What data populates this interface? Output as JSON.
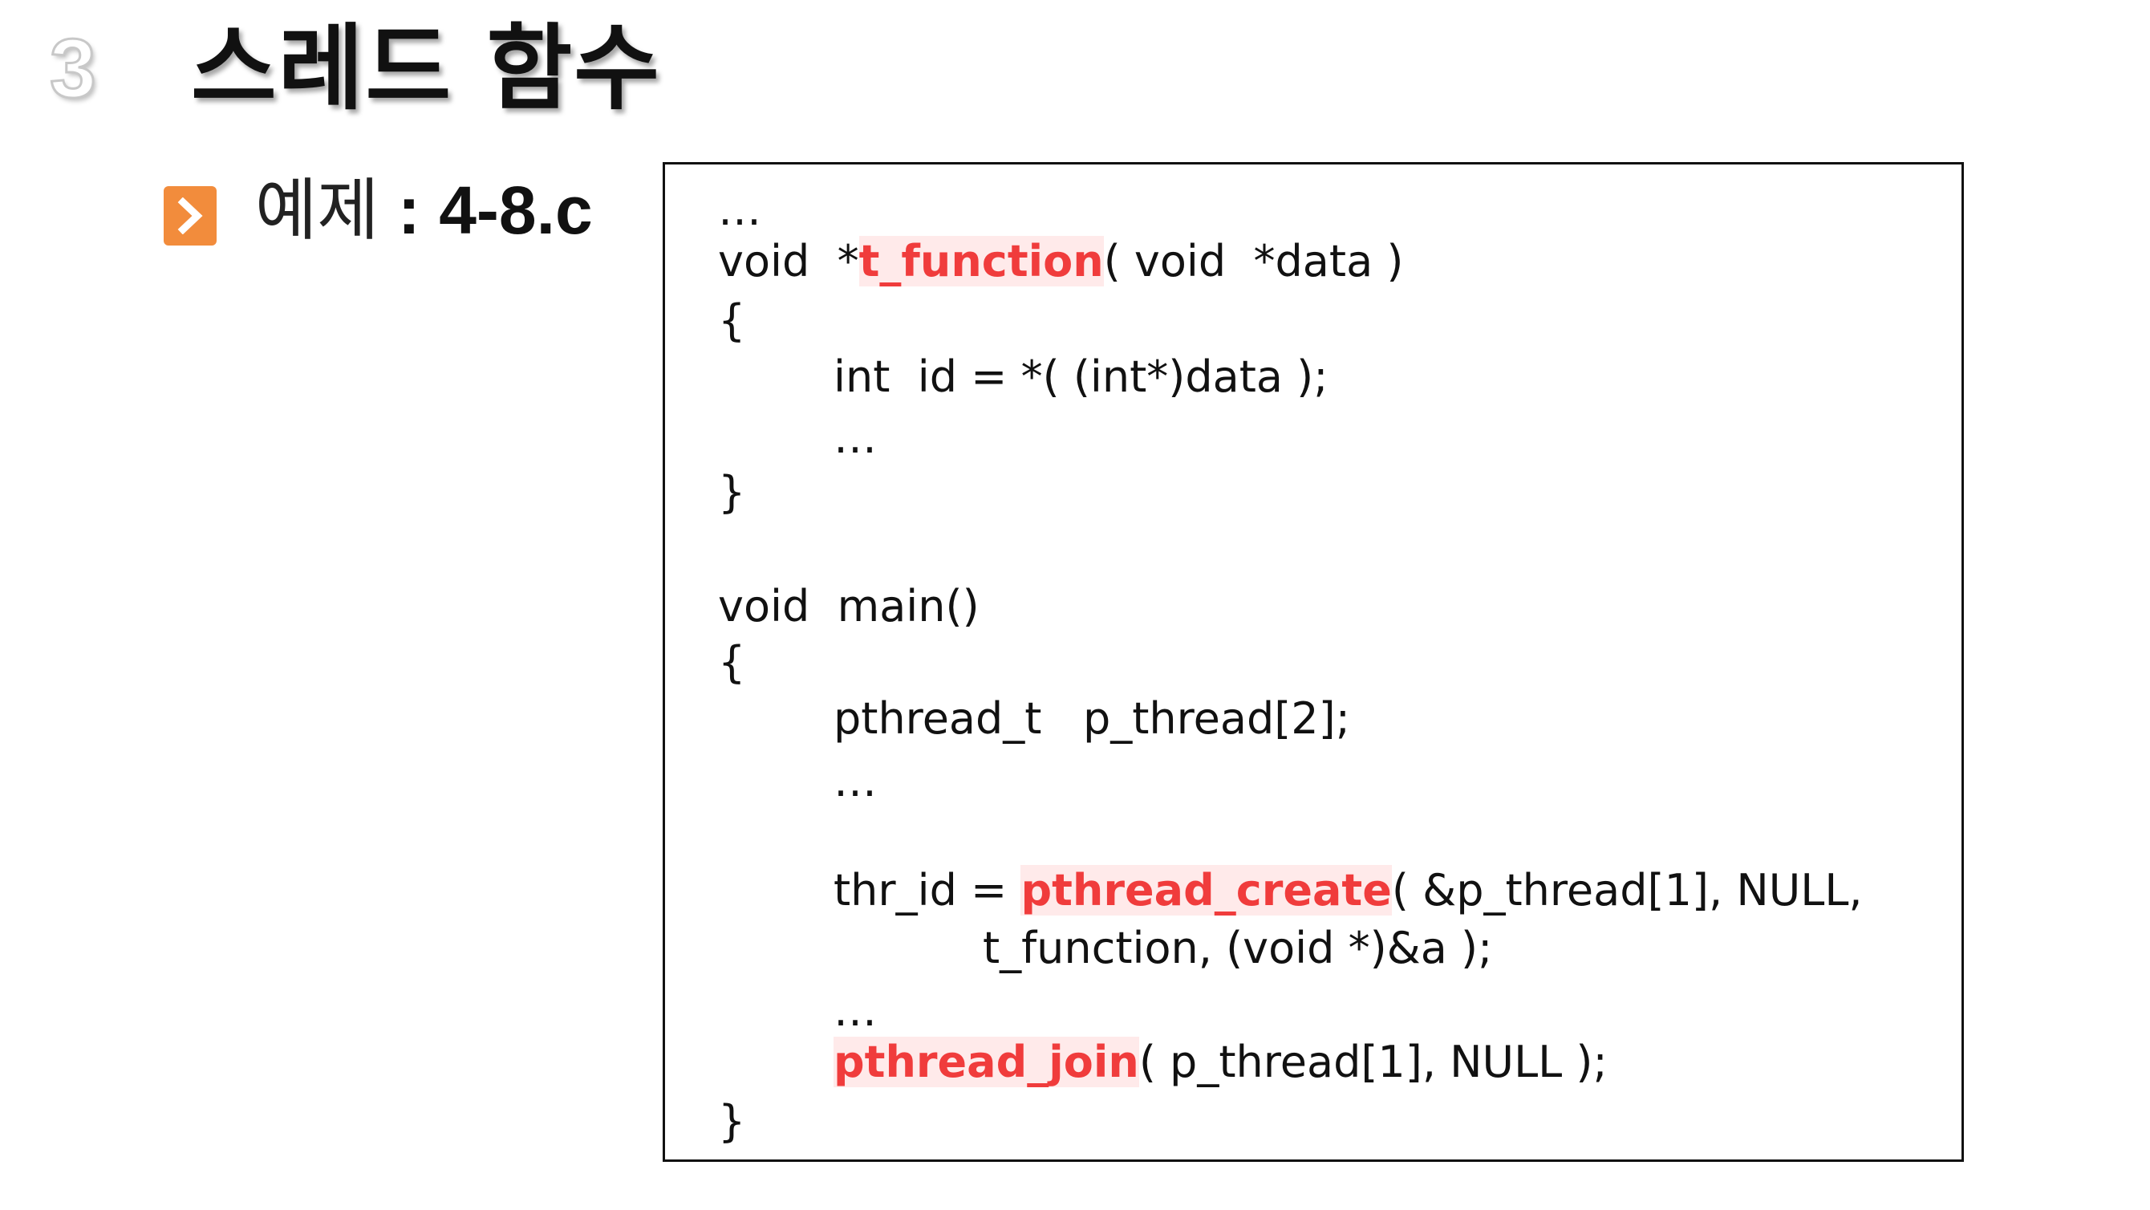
{
  "header": {
    "section_number": "3",
    "title": "스레드 함수"
  },
  "bullet": {
    "icon": "chevron-right-icon",
    "prefix": "예제",
    "file": " : 4-8.c"
  },
  "colors": {
    "accent": "#f28c3c",
    "highlight_text": "#f03c3c",
    "highlight_bg": "#ffeaea"
  },
  "code": {
    "l01": "…",
    "l02a": "void  *",
    "l02b": "t_function",
    "l02c": "( void  *data )",
    "l03": "{",
    "l04": "int  id = *( (int*)data );",
    "l05": "…",
    "l06": "}",
    "l07": "void  main()",
    "l08": "{",
    "l09": "pthread_t   p_thread[2];",
    "l10": "…",
    "l11a": "thr_id = ",
    "l11b": "pthread_create",
    "l11c": "( &p_thread[1], NULL,",
    "l12": "t_function, (void *)&a );",
    "l13": "…",
    "l14a": "pthread_join",
    "l14b": "( p_thread[1], NULL );",
    "l15": "}"
  }
}
